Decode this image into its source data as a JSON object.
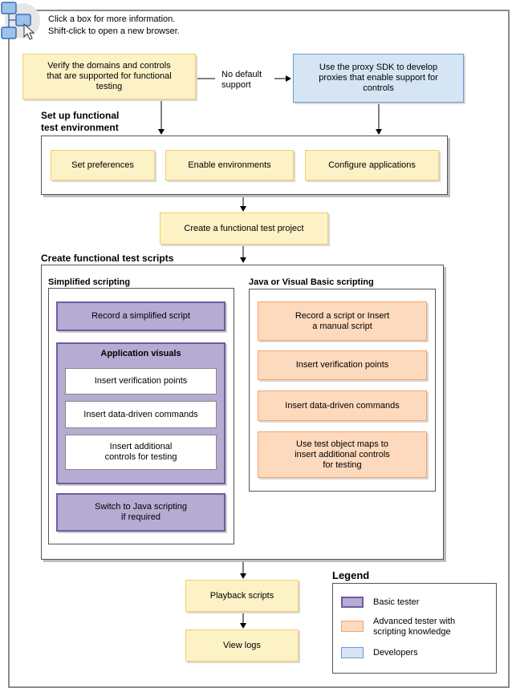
{
  "intro": {
    "line1": "Click a box for more information.",
    "line2": "Shift-click to open a new browser."
  },
  "top": {
    "verify": "Verify the domains and controls that are supported for functional testing",
    "no_default": "No default support",
    "proxy": "Use the proxy SDK to develop proxies that enable support for controls"
  },
  "setup": {
    "heading": "Set up functional test environment",
    "items": [
      "Set preferences",
      "Enable environments",
      "Configure applications"
    ]
  },
  "project": "Create a functional test project",
  "scripts": {
    "heading": "Create functional test scripts",
    "simplified": {
      "title": "Simplified scripting",
      "record": "Record a simplified script",
      "visuals_title": "Application visuals",
      "visuals": [
        "Insert verification points",
        "Insert data-driven commands",
        "Insert additional controls for testing"
      ],
      "switch": "Switch to Java scripting if required"
    },
    "java": {
      "title": "Java or Visual Basic scripting",
      "items": [
        "Record a script or Insert a manual script",
        "Insert verification points",
        "Insert data-driven commands",
        "Use test object maps to insert additional controls for testing"
      ]
    }
  },
  "playback": "Playback scripts",
  "logs": "View logs",
  "legend": {
    "title": "Legend",
    "items": [
      {
        "label": "Basic tester",
        "color": "#b6abd2",
        "border": "#6f5b9f"
      },
      {
        "label": "Advanced tester with scripting knowledge",
        "color": "#fdd9bd",
        "border": "#f2a56a"
      },
      {
        "label": "Developers",
        "color": "#d5e5f4",
        "border": "#6f98c8"
      }
    ]
  },
  "colors": {
    "frame": "#8a8a8a",
    "yellow_fill": "#fdf1c6",
    "blue_fill": "#d5e5f4",
    "orange_fill": "#fdd9bd",
    "purple_fill": "#b6abd2"
  }
}
